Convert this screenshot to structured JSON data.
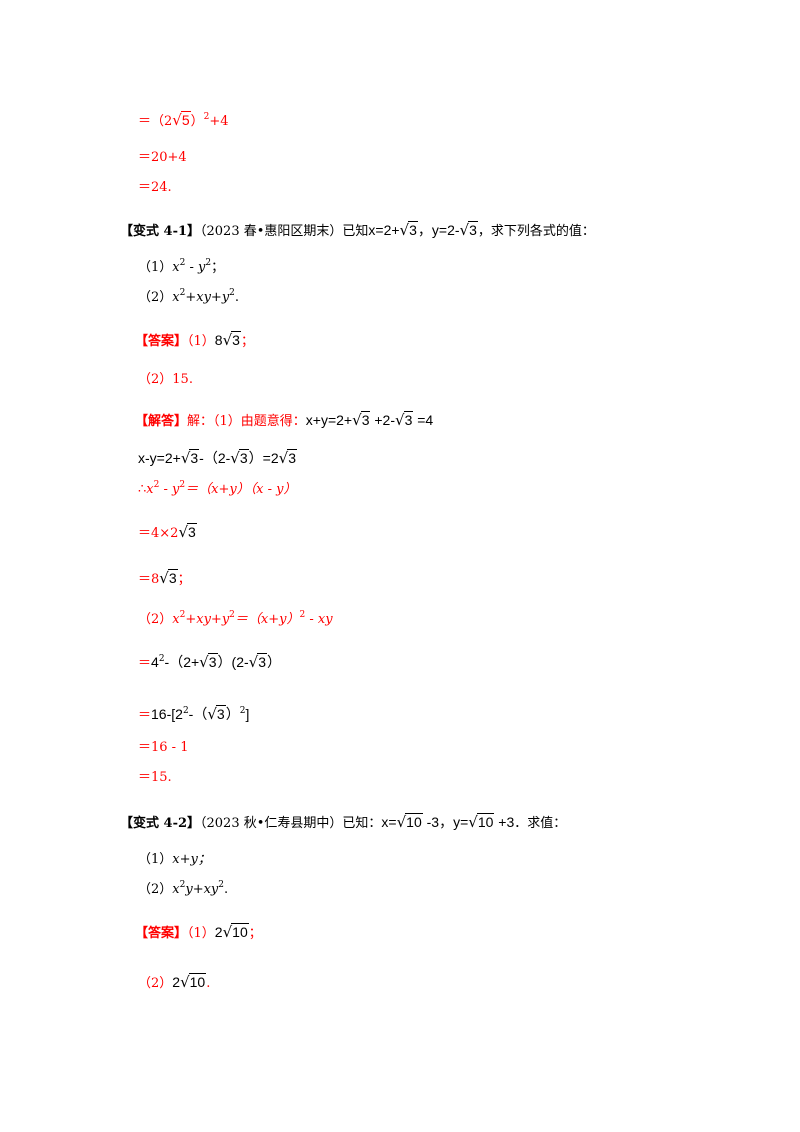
{
  "colors": {
    "text": "#000000",
    "accent": "#ff0000"
  },
  "top": {
    "l1": {
      "a": "＝（2",
      "r": "5",
      "b": "）",
      "sup": "2",
      "c": "+4"
    },
    "l2": "＝20+4",
    "l3": "＝24."
  },
  "v41": {
    "head": {
      "tag": "【变式 4-1】",
      "src": "（2023 春•惠阳区期末）已知",
      "x": "x=2+",
      "xr": "3",
      "y": "，y=2-",
      "yr": "3",
      "tail": "，求下列各式的值："
    },
    "q1": {
      "a": "（1）",
      "b": "x",
      "sup1": "2",
      "c": " - y",
      "sup2": "2",
      "d": "；"
    },
    "q2": {
      "a": "（2）",
      "b": "x",
      "sup1": "2",
      "c": "+xy+y",
      "sup2": "2",
      "d": "."
    },
    "ans1": {
      "tag": "【答案】",
      "a": "（1）",
      "b": "8",
      "r": "3",
      "c": "；"
    },
    "ans2": "（2）15.",
    "sol1": {
      "tag": "【解答】",
      "a": "解：（1）由题意得：",
      "b": "x+y=2+",
      "r1": "3",
      "c": " +2-",
      "r2": "3",
      "d": " =4"
    },
    "sol2": {
      "a": "x-y=2+",
      "r1": "3",
      "b": "-（2-",
      "r2": "3",
      "c": "）=2",
      "r3": "3"
    },
    "sol3": {
      "a": "∴",
      "b": "x",
      "sup1": "2",
      "c": " - y",
      "sup2": "2",
      "d": "＝（x+y）（x - y）"
    },
    "sol4": {
      "a": "＝4×2",
      "r": "3"
    },
    "sol5": {
      "a": "＝8",
      "r": "3",
      "b": "；"
    },
    "sol6": {
      "a": "（2）",
      "b": "x",
      "sup1": "2",
      "c": "+xy+y",
      "sup2": "2",
      "d": "＝（x+y）",
      "sup3": "2",
      "e": " - xy"
    },
    "sol7": {
      "a": "＝",
      "b": "4",
      "sup": "2",
      "c": "-（2+",
      "r1": "3",
      "d": "）(2-",
      "r2": "3",
      "e": "）"
    },
    "sol8": {
      "a": "＝",
      "b": "16-[2",
      "sup1": "2",
      "c": "-（",
      "r": "3",
      "d": "）",
      "sup2": "2",
      "e": "]"
    },
    "sol9": "＝16 - 1",
    "sol10": "＝15."
  },
  "v42": {
    "head": {
      "tag": "【变式 4-2】",
      "src": "（2023 秋•仁寿县期中）已知：",
      "x": "x=",
      "xr": "10",
      "x2": " -3，",
      "y": "y=",
      "yr": "10",
      "y2": " +3",
      "tail": "．求值："
    },
    "q1": {
      "a": "（1）",
      "b": "x+y；"
    },
    "q2": {
      "a": "（2）",
      "b": "x",
      "sup1": "2",
      "c": "y+xy",
      "sup2": "2",
      "d": "."
    },
    "ans1": {
      "tag": "【答案】",
      "a": "（1）",
      "b": "2",
      "r": "10",
      "c": "；"
    },
    "ans2": {
      "a": "（2）",
      "b": "2",
      "r": "10",
      "c": "."
    }
  }
}
